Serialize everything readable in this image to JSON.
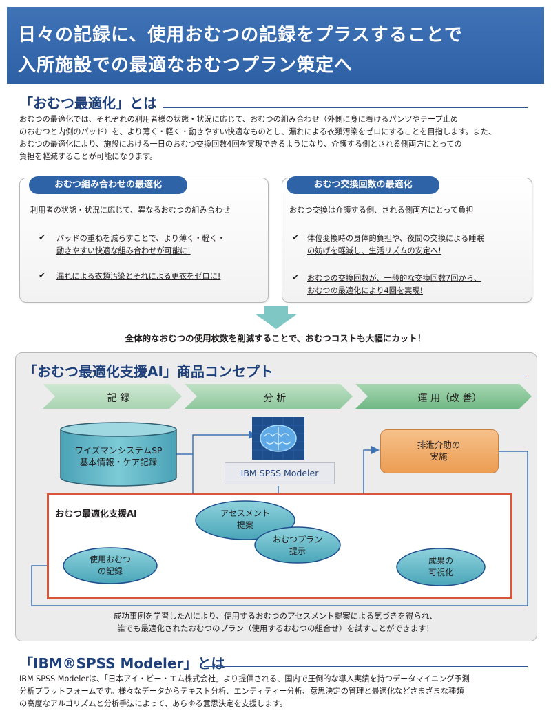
{
  "header": {
    "line1": "日々の記録に、使用おむつの記録をプラスすることで",
    "line2": "入所施設での最適なおむつプラン策定へ"
  },
  "section1": {
    "title": "「おむつ最適化」とは",
    "lines": [
      "おむつの最適化では、それぞれの利用者様の状態・状況に応じて、おむつの組み合わせ（外側に身に着けるパンツやテープ止め",
      "のおむつと内側のパッド）を、より薄く・軽く・動きやすい快適なものとし、漏れによる衣類汚染をゼロにすることを目指します。また、",
      "おむつの最適化により、施設における一日のおむつ交換回数4回を実現できるようになり、介護する側とされる側両方にとっての",
      "負担を軽減することが可能になります。"
    ]
  },
  "box_left": {
    "title": "おむつ組み合わせの最適化",
    "subtitle": "利用者の状態・状況に応じて、異なるおむつの組み合わせ",
    "check": "✔",
    "item1_line1": "パッドの重ねを減らすことで、より薄く・軽く・",
    "item1_line2": "動きやすい快適な組み合わせが可能に!",
    "item2_line1": "漏れによる衣類汚染とそれによる更衣をゼロに!"
  },
  "box_right": {
    "title": "おむつ交換回数の最適化",
    "subtitle": "おむつ交換は介護する側、される側両方にとって負担",
    "check": "✔",
    "item1_line1": "体位変換時の身体的負担や、夜間の交換による睡眠",
    "item1_line2": "の妨げを軽減し、生活リズムの安定へ!",
    "item2_line1": "おむつの交換回数が、一般的な交換回数7回から、",
    "item2_line2": "おむつの最適化により4回を実現!"
  },
  "summary": "全体的なおむつの使用枚数を削減することで、おむつコストも大幅にカット！",
  "concept": {
    "title": "「おむつ最適化支援AI」商品コンセプト",
    "steps": [
      "記 録",
      "分 析",
      "運 用（改 善）"
    ],
    "db_line1": "ワイズマンシステムSP",
    "db_line2": "基本情報・ケア記録",
    "spss_label": "IBM SPSS Modeler",
    "care_line1": "排泄介助の",
    "care_line2": "実施",
    "ai_box_label": "おむつ最適化支援AI",
    "assess_line1": "アセスメント",
    "assess_line2": "提案",
    "plan_line1": "おむつプラン",
    "plan_line2": "提示",
    "usage_line1": "使用おむつ",
    "usage_line2": "の記録",
    "result_line1": "成果の",
    "result_line2": "可視化",
    "caption_line1": "成功事例を学習したAIにより、使用するおむつのアセスメント提案による気づきを得られ、",
    "caption_line2": "誰でも最適化されたおむつのプラン（使用するおむつの組合せ）を試すことができます！"
  },
  "section2": {
    "title": "「IBM®SPSS Modeler」とは",
    "lines": [
      "IBM SPSS Modelerは、「日本アイ・ビー・エム株式会社」より提供される、国内で圧倒的な導入実績を持つデータマイニング予測",
      "分析プラットフォームです。様々なデータからテキスト分析、エンティティー分析、意思決定の管理と最適化などさまざまな種類",
      "の高度なアルゴリズムと分析手法によって、あらゆる意思決定を支援します。"
    ]
  },
  "colors": {
    "header_blue": "#2f63a8",
    "title_navy": "#1d3f7a",
    "arrow_teal": "#7fc7c4",
    "db_teal": "#5fb3c3",
    "ellipse_teal": "#5fb3c3",
    "care_orange": "#f0a864",
    "ai_frame_red": "#d9553a",
    "chevron_green_light": "#b9dcc0",
    "chevron_green_mid": "#9fd0a8",
    "chevron_green_dark": "#7cbf8c"
  }
}
